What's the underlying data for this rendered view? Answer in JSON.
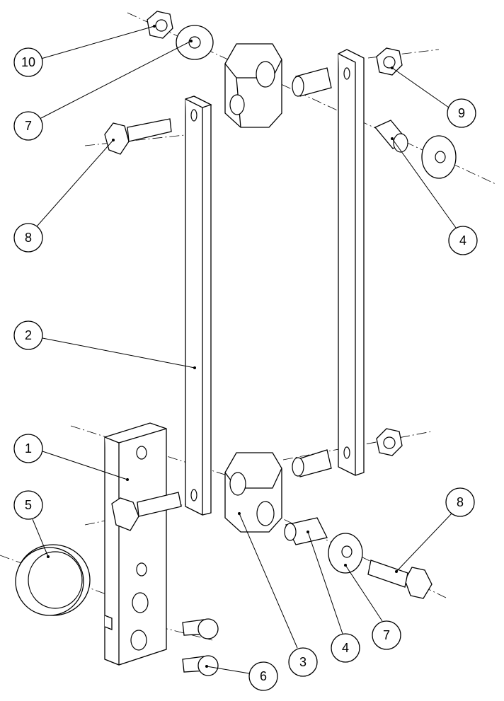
{
  "title": "Exploded assembly view",
  "balloons": [
    {
      "id": "b10-top",
      "label": "10"
    },
    {
      "id": "b7-top",
      "label": "7"
    },
    {
      "id": "b8-left",
      "label": "8"
    },
    {
      "id": "b2",
      "label": "2"
    },
    {
      "id": "b1",
      "label": "1"
    },
    {
      "id": "b5",
      "label": "5"
    },
    {
      "id": "b9",
      "label": "9"
    },
    {
      "id": "b4-right",
      "label": "4"
    },
    {
      "id": "b8-right",
      "label": "8"
    },
    {
      "id": "b7-bottom",
      "label": "7"
    },
    {
      "id": "b4-bottom",
      "label": "4"
    },
    {
      "id": "b3",
      "label": "3"
    },
    {
      "id": "b6",
      "label": "6"
    }
  ]
}
